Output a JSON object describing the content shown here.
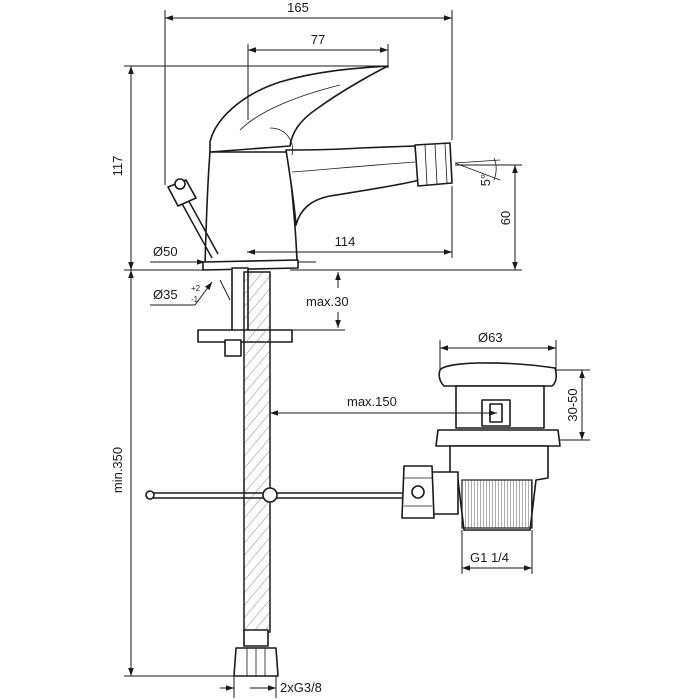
{
  "dimensions": {
    "overall_width": "165",
    "lever_reach": "77",
    "height": "117",
    "spout_height": "60",
    "spout_angle": "5°",
    "spout_reach": "114",
    "body_diameter": "Ø50",
    "hole_diameter": "Ø35",
    "hole_tolerance_upper": "+2",
    "hole_tolerance_lower": "-1",
    "deck_thickness": "max.30",
    "drain_diameter": "Ø63",
    "drain_adjust": "30-50",
    "rod_length": "max.150",
    "hose_length": "min.350",
    "drain_thread": "G1 1/4",
    "supply_thread": "2xG3/8"
  }
}
